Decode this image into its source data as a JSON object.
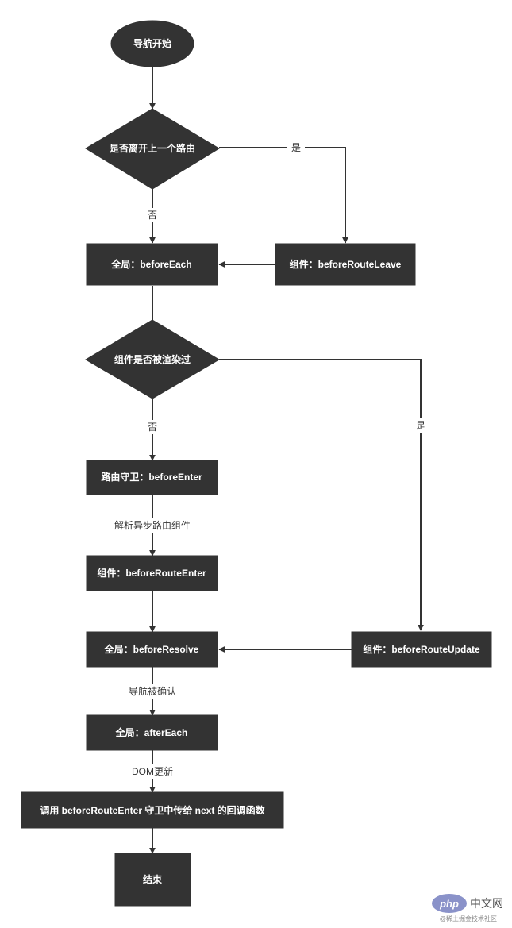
{
  "nodes": {
    "start": "导航开始",
    "leave_check": "是否离开上一个路由",
    "before_each": "全局：beforeEach",
    "route_leave": "组件：beforeRouteLeave",
    "rendered_check": "组件是否被渲染过",
    "before_enter": "路由守卫：beforeEnter",
    "route_enter": "组件：beforeRouteEnter",
    "before_resolve": "全局：beforeResolve",
    "route_update": "组件：beforeRouteUpdate",
    "after_each": "全局：afterEach",
    "next_callback": "调用 beforeRouteEnter 守卫中传给 next 的回调函数",
    "end": "结束"
  },
  "edge_labels": {
    "yes_leave": "是",
    "no_leave": "否",
    "no_rendered": "否",
    "yes_rendered": "是",
    "resolve_async": "解析异步路由组件",
    "nav_confirmed": "导航被确认",
    "dom_update": "DOM更新"
  },
  "watermark": {
    "logo": "php",
    "brand": "中文网",
    "subtitle": "@稀土掘金技术社区"
  },
  "colors": {
    "node_fill": "#333333",
    "node_text": "#ffffff",
    "line": "#333333",
    "label_text": "#333333",
    "logo_purple": "#8a92c9"
  }
}
